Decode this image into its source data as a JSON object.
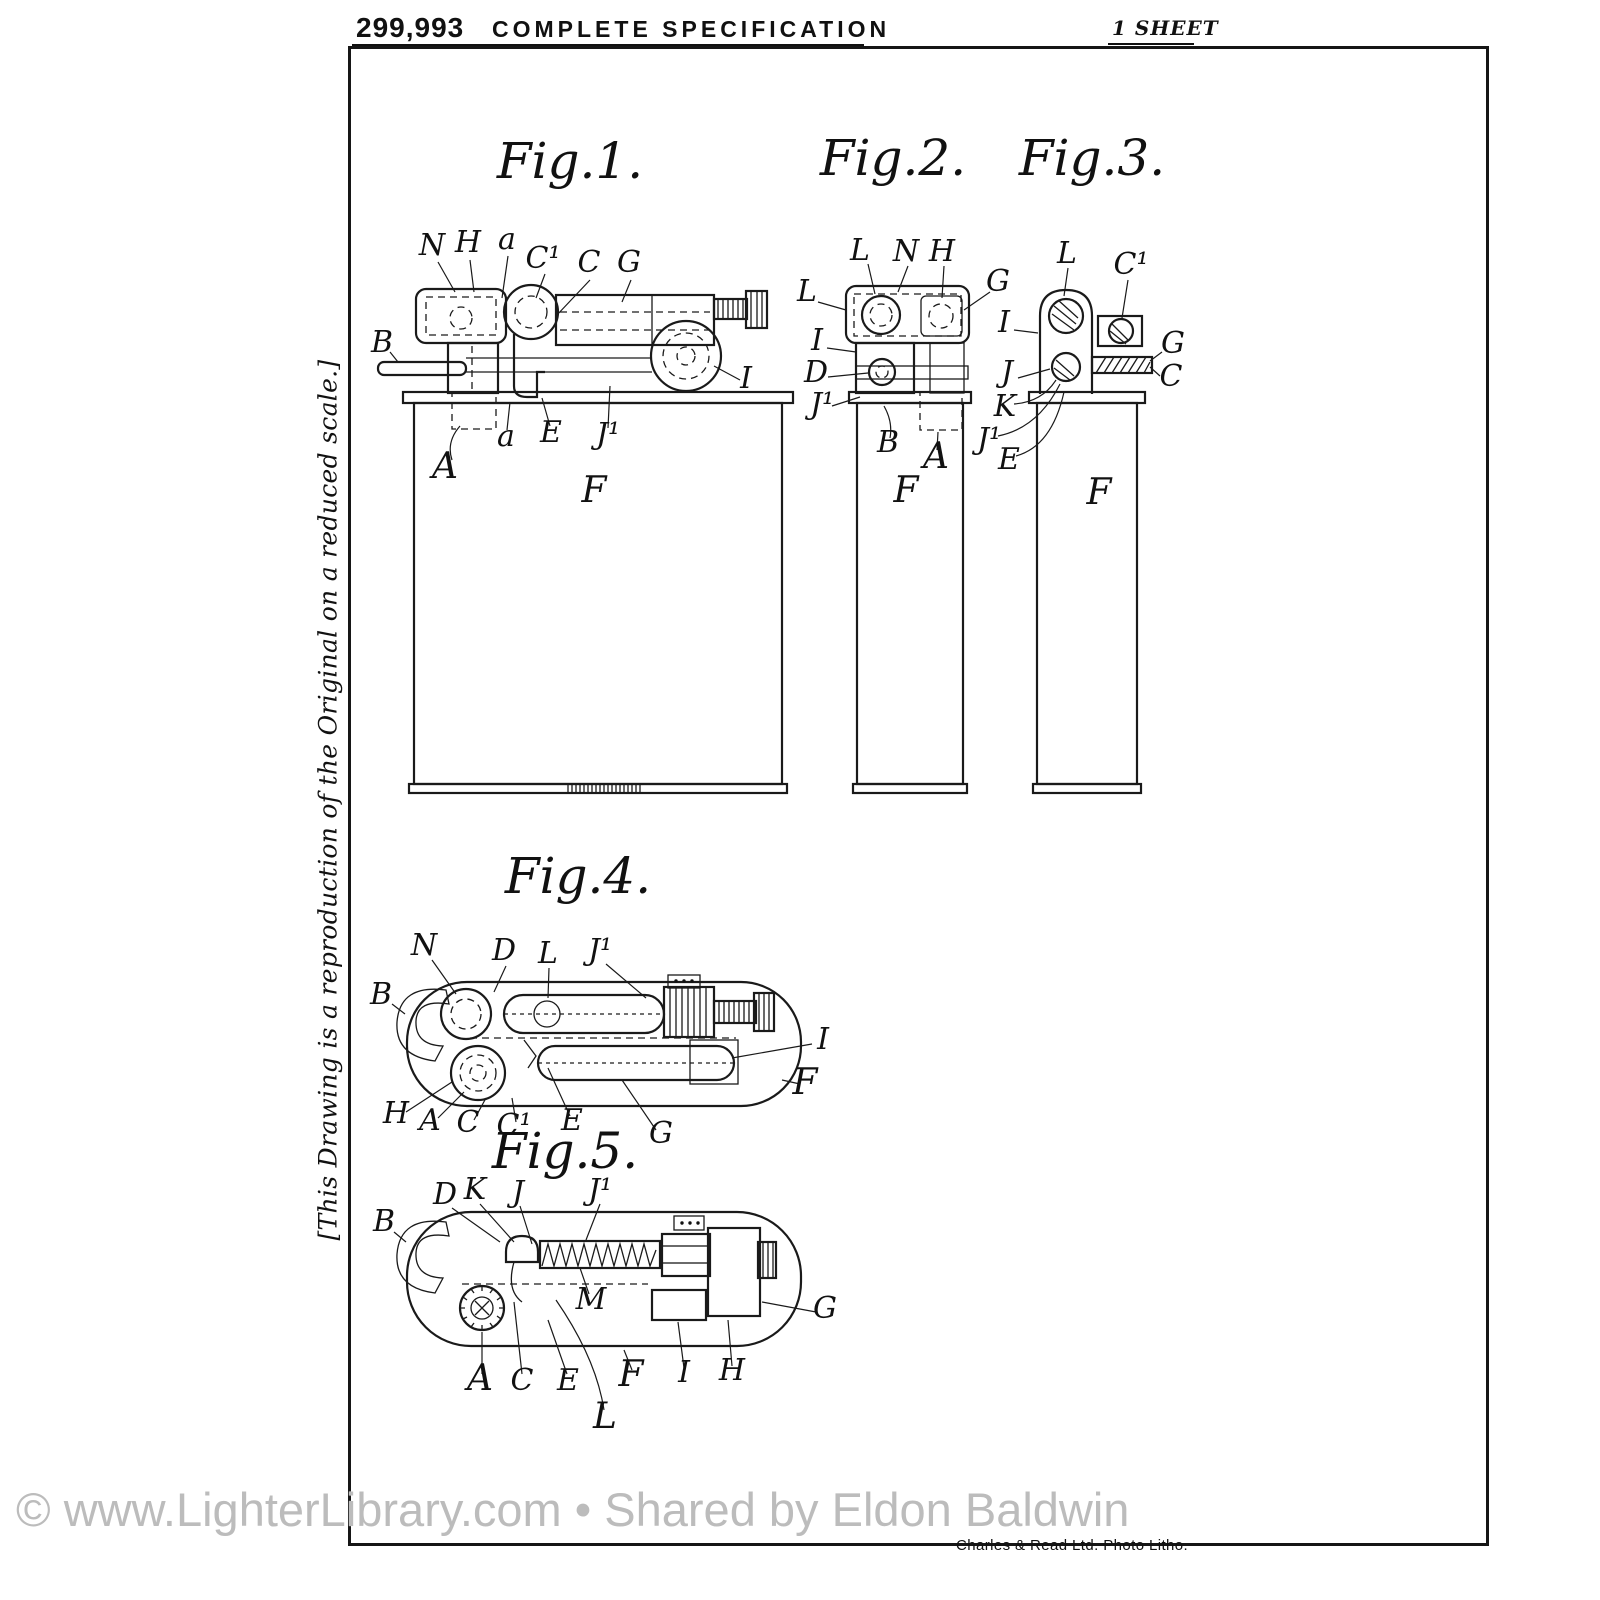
{
  "header": {
    "patent_number": "299,993",
    "title": "COMPLETE SPECIFICATION",
    "sheet_count": "1 SHEET"
  },
  "side_note": "[This Drawing is a reproduction of the Original on a reduced scale.]",
  "figures": {
    "fig1": {
      "title": "Fig.1.",
      "labels": {
        "n": "N",
        "h": "H",
        "a_top": "a",
        "c1": "C¹",
        "c": "C",
        "g": "G",
        "b": "B",
        "i": "I",
        "a_cap": "A",
        "a_bottom": "a",
        "e": "E",
        "j1": "J¹",
        "f": "F"
      }
    },
    "fig2": {
      "title": "Fig.2.",
      "labels": {
        "l_top": "L",
        "n": "N",
        "h": "H",
        "l_left": "L",
        "i": "I",
        "d": "D",
        "j1": "J¹",
        "g": "G",
        "b": "B",
        "a_cap": "A",
        "f": "F"
      }
    },
    "fig3": {
      "title": "Fig.3.",
      "labels": {
        "l": "L",
        "c1": "C¹",
        "i": "I",
        "j": "J",
        "k": "K",
        "j1": "J¹",
        "e": "E",
        "g": "G",
        "c": "C",
        "f": "F"
      }
    },
    "fig4": {
      "title": "Fig.4.",
      "labels": {
        "n": "N",
        "d": "D",
        "l": "L",
        "j1": "J¹",
        "b": "B",
        "i": "I",
        "f": "F",
        "h": "H",
        "a_cap": "A",
        "c": "C",
        "c1": "C¹",
        "e": "E",
        "g": "G"
      }
    },
    "fig5": {
      "title": "Fig.5.",
      "labels": {
        "d": "D",
        "k": "K",
        "j": "J",
        "j1": "J¹",
        "b": "B",
        "g": "G",
        "m": "M",
        "a_cap": "A",
        "c": "C",
        "e": "E",
        "f": "F",
        "i": "I",
        "h": "H",
        "l": "L"
      }
    }
  },
  "watermark": "© www.LighterLibrary.com • Shared by Eldon Baldwin",
  "printer": "Charles & Read Ltd. Photo Litho."
}
